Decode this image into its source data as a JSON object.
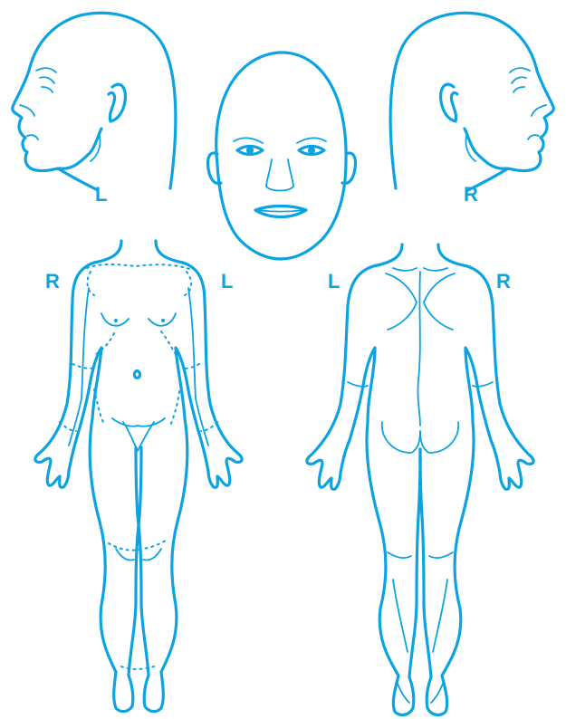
{
  "colors": {
    "ink": "#0ba3e2",
    "background": "#ffffff"
  },
  "labels": {
    "left_head": "L",
    "right_head": "R",
    "front_right": "R",
    "front_left": "L",
    "back_left": "L",
    "back_right": "R"
  },
  "views": [
    "head-left-profile",
    "face-front",
    "head-right-profile",
    "body-front",
    "body-back"
  ]
}
